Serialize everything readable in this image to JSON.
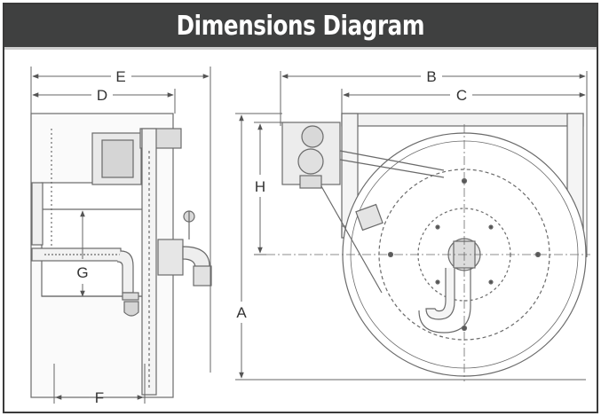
{
  "header": {
    "title": "Dimensions Diagram"
  },
  "labels": {
    "A": "A",
    "B": "B",
    "C": "C",
    "D": "D",
    "E": "E",
    "F": "F",
    "G": "G",
    "H": "H"
  },
  "colors": {
    "header_bg": "#3f4040",
    "header_text": "#ffffff",
    "line": "#555555"
  }
}
